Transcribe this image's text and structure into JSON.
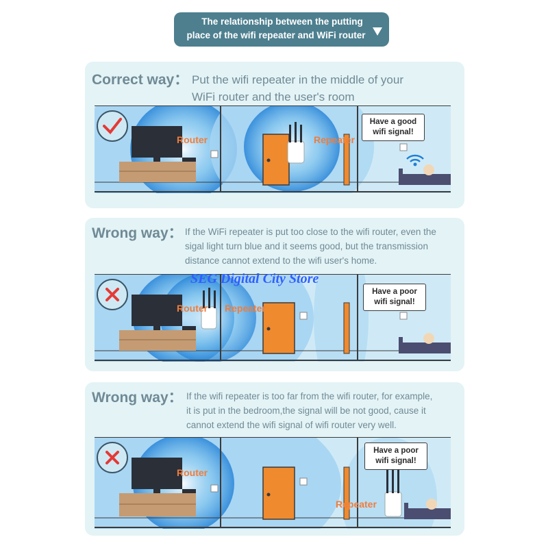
{
  "header": {
    "title_line1": "The relationship between the putting",
    "title_line2": "place of the wifi repeater and WiFi router"
  },
  "panels": [
    {
      "heading": "Correct way：",
      "desc_lines": [
        "Put the wifi repeater in the middle of your",
        "WiFi router and the user's room"
      ],
      "router_label": "Router",
      "repeater_label": "Repeater",
      "bubble_line1": "Have a good",
      "bubble_line2": "wifi signal!",
      "status_icon": "check-icon"
    },
    {
      "heading": "Wrong way：",
      "desc_lines": [
        "If the WiFi repeater is put too close to the wifi router, even the",
        "sigal light turn blue and it seems good, but the transmission",
        "distance cannot extend to the wifi user's home."
      ],
      "router_label": "Router",
      "repeater_label": "Repeater",
      "bubble_line1": "Have a poor",
      "bubble_line2": "wifi signal!",
      "status_icon": "cross-icon"
    },
    {
      "heading": "Wrong way：",
      "desc_lines": [
        "If the wifi repeater is too far from the wifi router, for example,",
        "it is put in the bedroom,the signal will be not good, cause it",
        "cannot extend the wifi signal of wifi router very well."
      ],
      "router_label": "Router",
      "repeater_label": "Repeater",
      "bubble_line1": "Have a poor",
      "bubble_line2": "wifi signal!",
      "status_icon": "cross-icon"
    }
  ],
  "watermark": "SEG Digital City Store",
  "colors": {
    "banner": "#4d7f8f",
    "panel_bg": "#e4f3f5",
    "heading": "#6f8a96",
    "label": "#ef7d3c",
    "door": "#ef8a2e",
    "wall": "#cfeaf6",
    "signal": "#1f7fd6",
    "watermark": "#2f5fff"
  }
}
